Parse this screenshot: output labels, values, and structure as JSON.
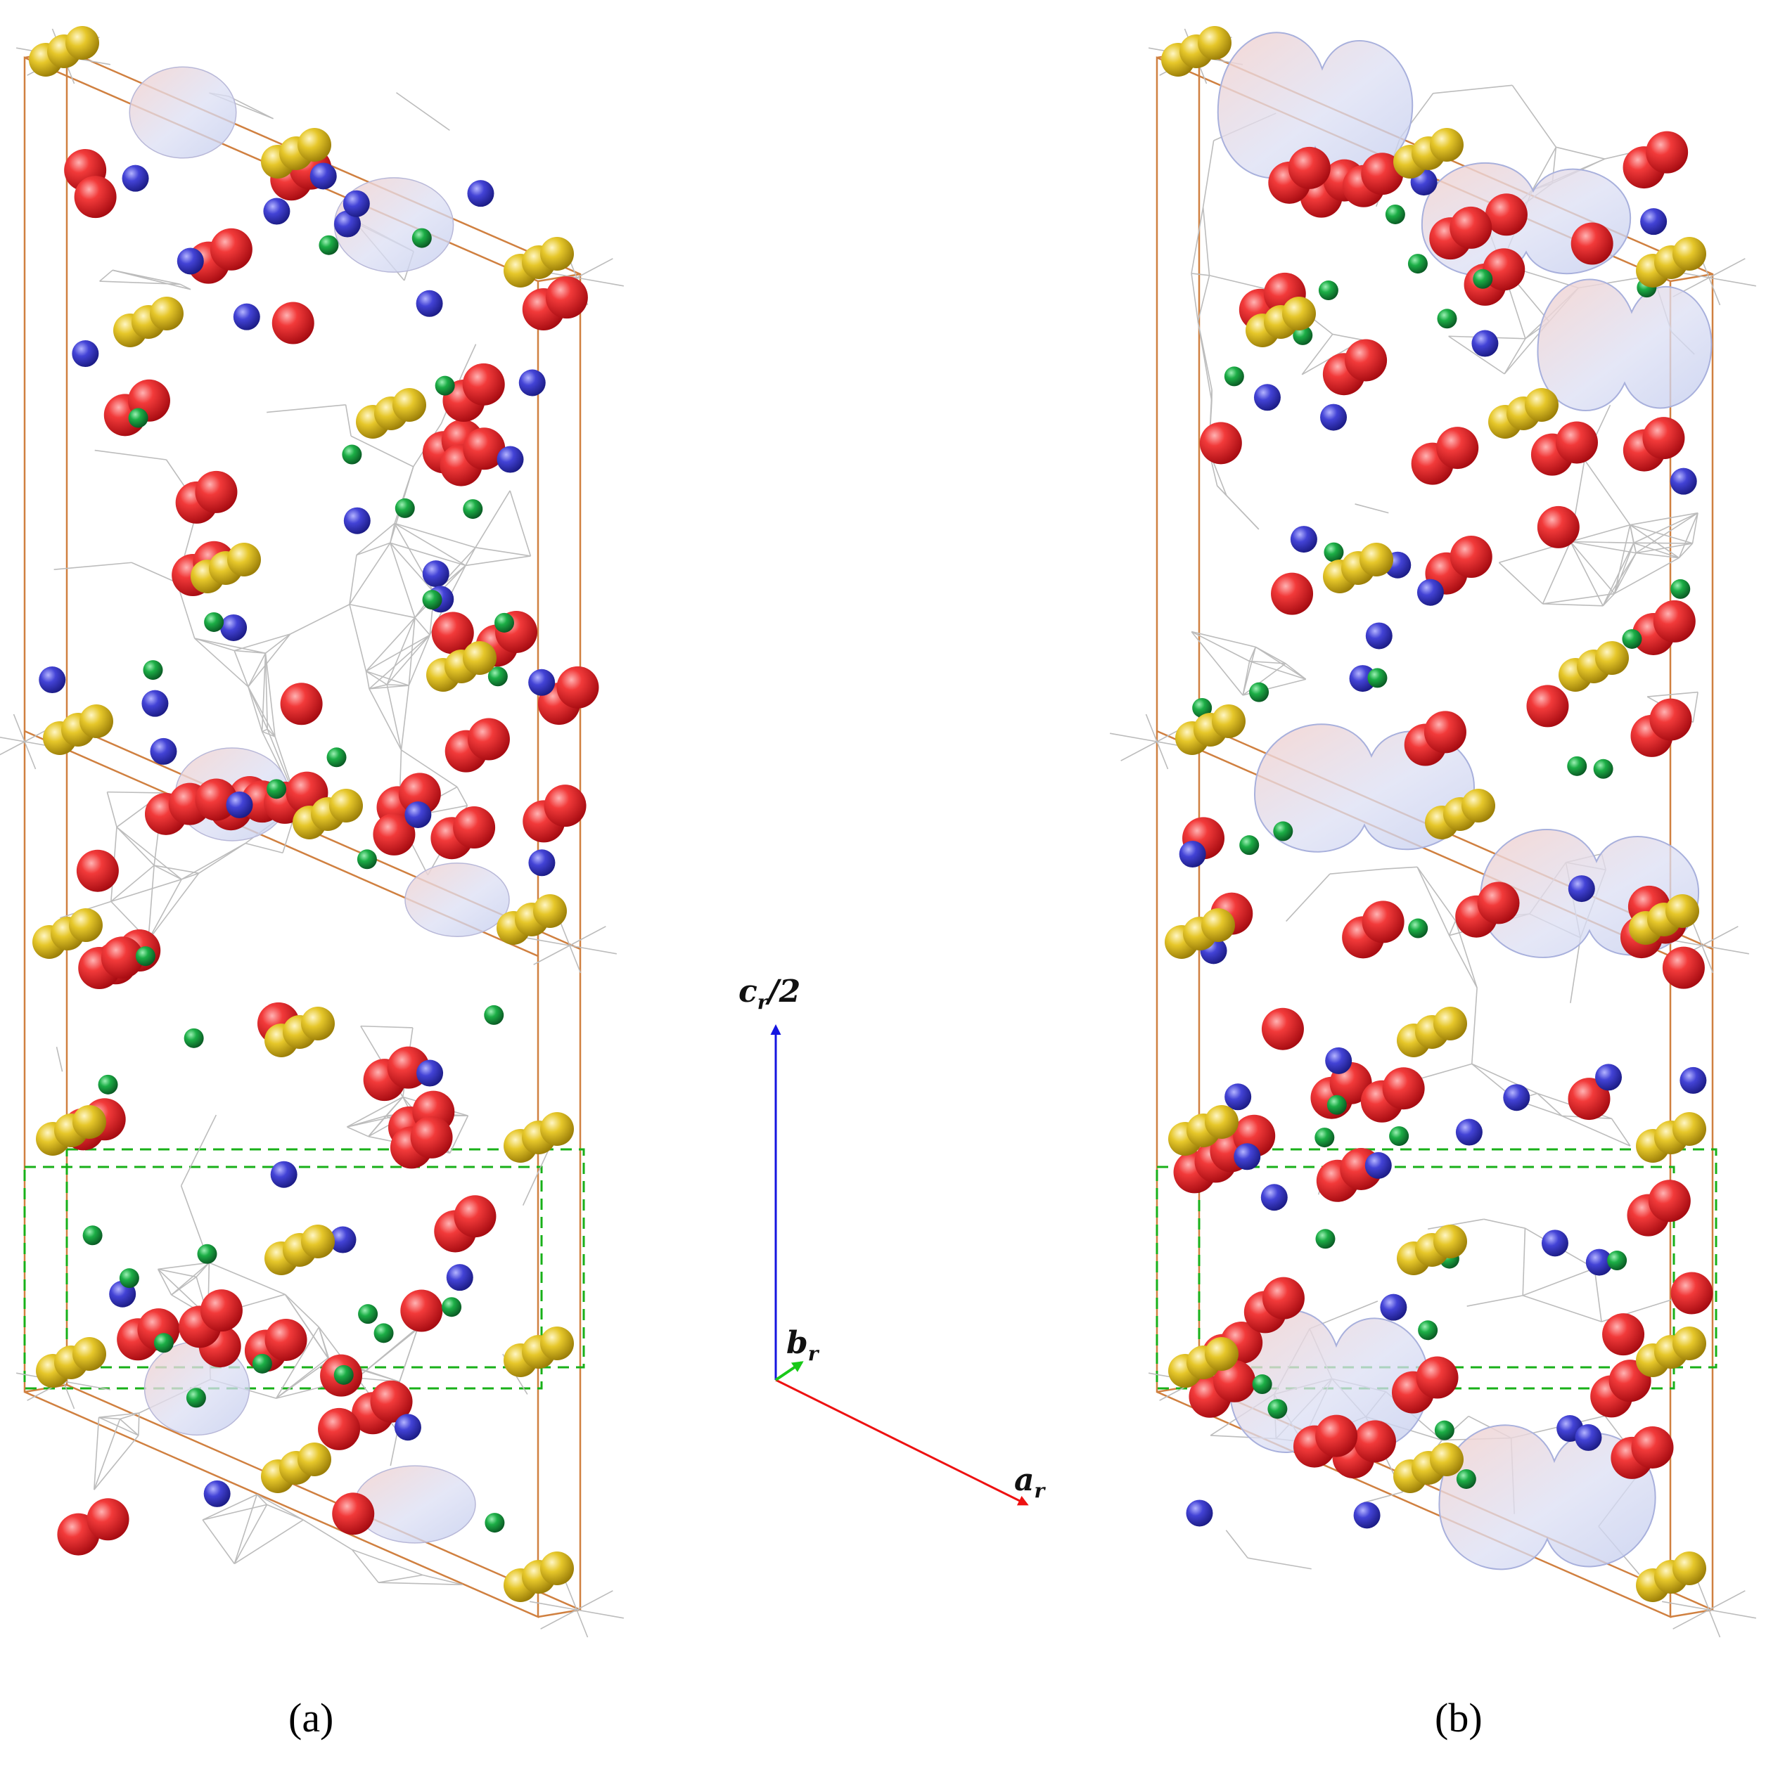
{
  "panels": [
    {
      "label": "(a)",
      "surface_style": "compact",
      "surface_count": 6
    },
    {
      "label": "(b)",
      "surface_style": "extended",
      "surface_count": 7
    }
  ],
  "axes": {
    "c": {
      "main": "c",
      "sub": "r",
      "suffix": "/2",
      "color": "#1515e0"
    },
    "b": {
      "main": "b",
      "sub": "r",
      "suffix": "",
      "color": "#19c919"
    },
    "a": {
      "main": "a",
      "sub": "r",
      "suffix": "",
      "color": "#ee1111"
    }
  },
  "atom_colors": {
    "red": "#e8232a",
    "blue": "#3a3ad0",
    "green": "#169a3c",
    "yellow": "#e3c318"
  },
  "cell_colors": {
    "outline": "#d08040",
    "subcell": "#18b018",
    "bonds": "#bcbcbc"
  }
}
